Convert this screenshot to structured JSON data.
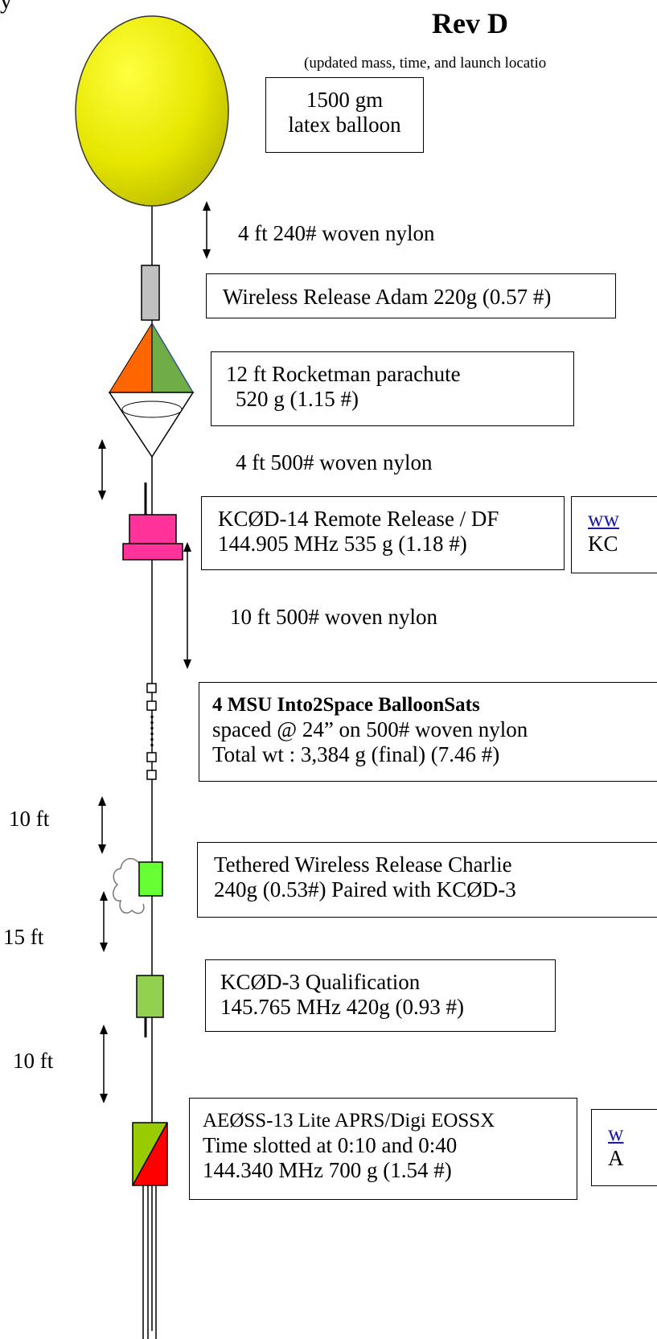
{
  "header": {
    "fragment": "y",
    "title": "Rev D",
    "subtitle": "(updated mass, time, and launch locatio"
  },
  "labels": {
    "balloon": [
      "1500 gm",
      "latex balloon"
    ],
    "line1": "4 ft 240# woven nylon",
    "release_adam": "Wireless Release Adam 220g (0.57 #)",
    "parachute": [
      "12 ft Rocketman parachute",
      "520 g  (1.15 #)"
    ],
    "line2": "4 ft 500# woven nylon",
    "kc14": [
      "KCØD-14 Remote Release  / DF",
      "144.905 MHz 535 g (1.18 #)"
    ],
    "kc14_side": [
      "ww",
      "KC"
    ],
    "line3": "10 ft 500# woven nylon",
    "balloonsats": [
      "4 MSU Into2Space BalloonSats",
      "spaced @ 24” on 500# woven nylon",
      "Total wt : 3,384 g (final) (7.46 #)"
    ],
    "spacing_1": "10 ft",
    "charlie": [
      "Tethered Wireless Release Charlie",
      "240g (0.53#)  Paired with KCØD-3"
    ],
    "spacing_2": "15 ft",
    "kc3": [
      "KCØD-3 Qualification",
      "145.765 MHz 420g (0.93 #)"
    ],
    "spacing_3": "10 ft",
    "aeoss": [
      "AEØSS-13 Lite APRS/Digi  EOSSX",
      "Time slotted at 0:10 and 0:40",
      "144.340 MHz   700 g (1.54 #)"
    ],
    "aeoss_side": [
      "w",
      "A"
    ]
  },
  "colors": {
    "balloon": "#e6e600",
    "release_gray": "#c0c0c0",
    "parachute_orange": "#ff6600",
    "parachute_green": "#70ad47",
    "kc14_pink": "#ff3399",
    "charlie_green": "#66ff33",
    "kc3_green": "#92d050",
    "aeoss_green": "#99cc00",
    "aeoss_red": "#ff0000",
    "link_blue": "#1a1aa8"
  }
}
